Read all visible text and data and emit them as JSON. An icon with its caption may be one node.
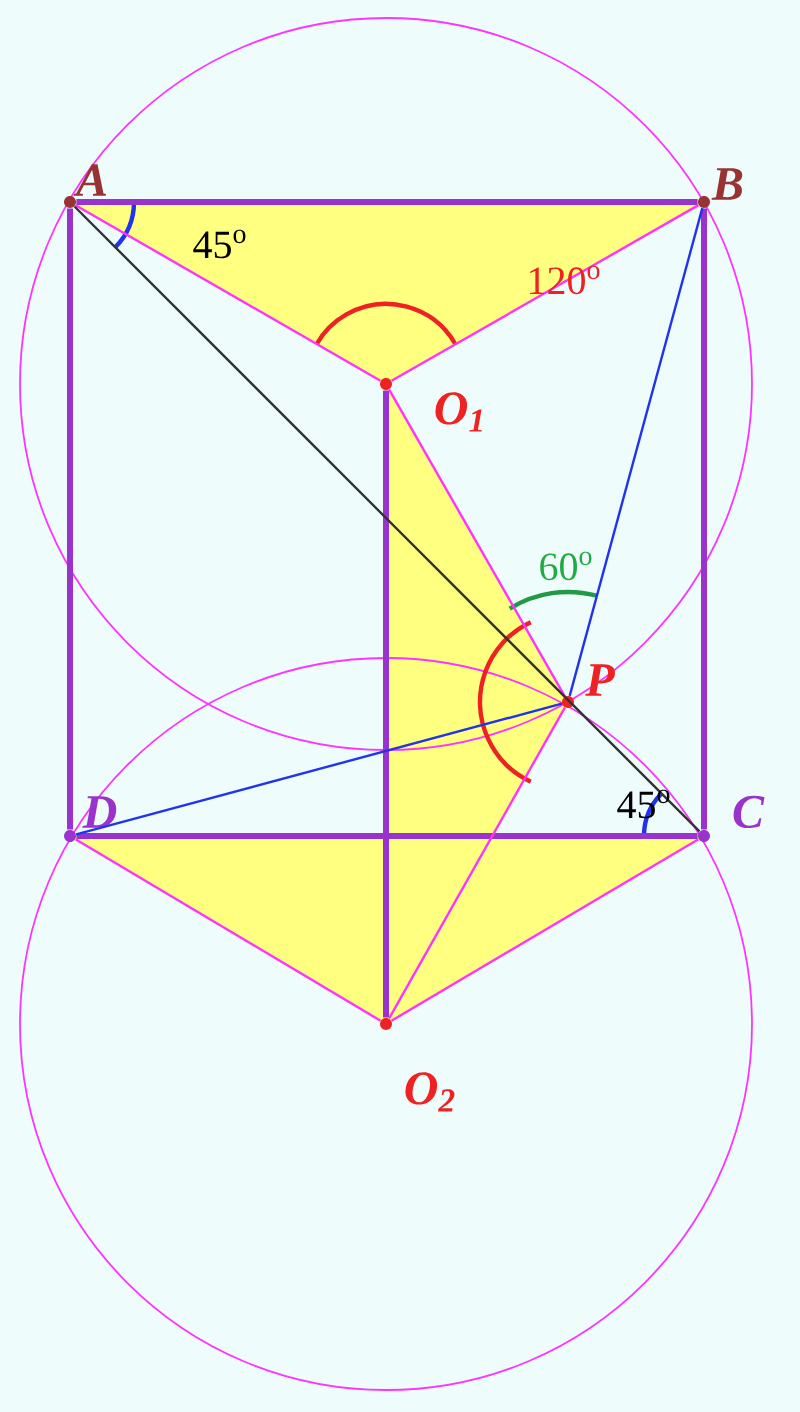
{
  "diagram": {
    "nodes": [
      {
        "text": [
          "A"
        ]
      },
      {
        "text": [
          "B"
        ]
      },
      {
        "text": [
          "C"
        ]
      },
      {
        "text": [
          "D"
        ]
      },
      {
        "text": [
          "O$_{1}$"
        ]
      },
      {
        "text": [
          "O$_{2}$"
        ]
      },
      {
        "text": [
          "P"
        ]
      }
    ],
    "edges": [
      {
        "from": 0,
        "to": 1,
        "arrow": "none",
        "style": "thick",
        "color": "#9933cc"
      },
      {
        "from": 1,
        "to": 2,
        "arrow": "none",
        "style": "thick",
        "color": "#9933cc"
      },
      {
        "from": 2,
        "to": 3,
        "arrow": "none",
        "style": "thick",
        "color": "#9933cc"
      },
      {
        "from": 3,
        "to": 0,
        "arrow": "none",
        "style": "thick",
        "color": "#9933cc"
      },
      {
        "from": 4,
        "to": 5,
        "arrow": "none",
        "style": "thick",
        "color": "#9933cc"
      },
      {
        "from": 0,
        "to": 4,
        "arrow": "none"
      },
      {
        "from": 1,
        "to": 4,
        "arrow": "none"
      },
      {
        "from": 3,
        "to": 5,
        "arrow": "none"
      },
      {
        "from": 2,
        "to": 5,
        "arrow": "none"
      },
      {
        "from": 4,
        "to": 6,
        "arrow": "none"
      },
      {
        "from": 5,
        "to": 6,
        "arrow": "none"
      },
      {
        "from": 0,
        "to": 2,
        "arrow": "none",
        "color": "#333333"
      },
      {
        "from": 1,
        "to": 6,
        "arrow": "none",
        "color": "#2233ee"
      },
      {
        "from": 3,
        "to": 6,
        "arrow": "none",
        "color": "#2233ee"
      }
    ],
    "labels": [
      "45$^{o}$",
      "120$^{o}$",
      "60$^{o}$",
      "45$^{o}$"
    ]
  }
}
